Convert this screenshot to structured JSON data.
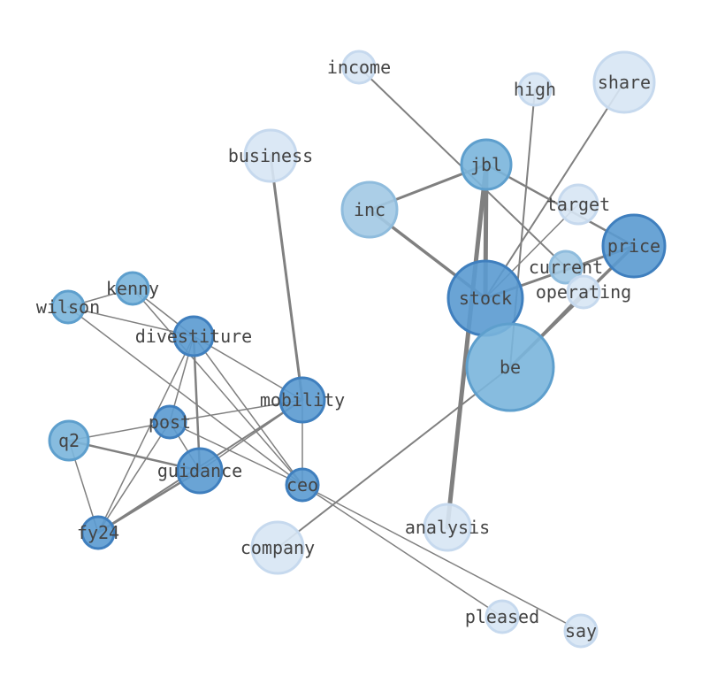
{
  "colors": {
    "edge": "#808080",
    "label": "#444444",
    "node_fill": [
      "#d7e5f4",
      "#a2c9e4",
      "#7ab5db",
      "#5a9ad0"
    ],
    "node_stroke": [
      "#c6d9ee",
      "#8fbcdd",
      "#5e9fcd",
      "#3f7fbe"
    ]
  },
  "nodes": [
    {
      "id": "income",
      "label": "income",
      "level": 0
    },
    {
      "id": "high",
      "label": "high",
      "level": 0
    },
    {
      "id": "share",
      "label": "share",
      "level": 0
    },
    {
      "id": "business",
      "label": "business",
      "level": 0
    },
    {
      "id": "jbl",
      "label": "jbl",
      "level": 2
    },
    {
      "id": "target",
      "label": "target",
      "level": 0
    },
    {
      "id": "inc",
      "label": "inc",
      "level": 1
    },
    {
      "id": "price",
      "label": "price",
      "level": 3
    },
    {
      "id": "current",
      "label": "current",
      "level": 1
    },
    {
      "id": "operating",
      "label": "operating",
      "level": 0
    },
    {
      "id": "stock",
      "label": "stock",
      "level": 3
    },
    {
      "id": "be",
      "label": "be",
      "level": 2
    },
    {
      "id": "kenny",
      "label": "kenny",
      "level": 2
    },
    {
      "id": "wilson",
      "label": "wilson",
      "level": 2
    },
    {
      "id": "divestiture",
      "label": "divestiture",
      "level": 3
    },
    {
      "id": "mobility",
      "label": "mobility",
      "level": 3
    },
    {
      "id": "post",
      "label": "post",
      "level": 3
    },
    {
      "id": "q2",
      "label": "q2",
      "level": 2
    },
    {
      "id": "guidance",
      "label": "guidance",
      "level": 3
    },
    {
      "id": "ceo",
      "label": "ceo",
      "level": 3
    },
    {
      "id": "fy24",
      "label": "fy24",
      "level": 3
    },
    {
      "id": "company",
      "label": "company",
      "level": 0
    },
    {
      "id": "analysis",
      "label": "analysis",
      "level": 0
    },
    {
      "id": "pleased",
      "label": "pleased",
      "level": 0
    },
    {
      "id": "say",
      "label": "say",
      "level": 0
    }
  ],
  "edges": [
    {
      "source": "income",
      "target": "current",
      "weight": 2
    },
    {
      "source": "high",
      "target": "be",
      "weight": 2
    },
    {
      "source": "share",
      "target": "stock",
      "weight": 2
    },
    {
      "source": "business",
      "target": "mobility",
      "weight": 3
    },
    {
      "source": "jbl",
      "target": "inc",
      "weight": 3
    },
    {
      "source": "jbl",
      "target": "price",
      "weight": 2.5
    },
    {
      "source": "jbl",
      "target": "stock",
      "weight": 5
    },
    {
      "source": "jbl",
      "target": "analysis",
      "weight": 5
    },
    {
      "source": "inc",
      "target": "stock",
      "weight": 3.5
    },
    {
      "source": "stock",
      "target": "price",
      "weight": 3
    },
    {
      "source": "stock",
      "target": "target",
      "weight": 1.5
    },
    {
      "source": "be",
      "target": "price",
      "weight": 3.5
    },
    {
      "source": "be",
      "target": "operating",
      "weight": 2
    },
    {
      "source": "be",
      "target": "company",
      "weight": 2
    },
    {
      "source": "kenny",
      "target": "wilson",
      "weight": 1.5
    },
    {
      "source": "kenny",
      "target": "divestiture",
      "weight": 1.5
    },
    {
      "source": "kenny",
      "target": "ceo",
      "weight": 1.5
    },
    {
      "source": "wilson",
      "target": "divestiture",
      "weight": 1.5
    },
    {
      "source": "wilson",
      "target": "ceo",
      "weight": 1.5
    },
    {
      "source": "divestiture",
      "target": "mobility",
      "weight": 1.5
    },
    {
      "source": "divestiture",
      "target": "guidance",
      "weight": 2.5
    },
    {
      "source": "divestiture",
      "target": "ceo",
      "weight": 1.5
    },
    {
      "source": "divestiture",
      "target": "fy24",
      "weight": 1.5
    },
    {
      "source": "divestiture",
      "target": "post",
      "weight": 1.5
    },
    {
      "source": "mobility",
      "target": "post",
      "weight": 1.5
    },
    {
      "source": "mobility",
      "target": "guidance",
      "weight": 1.5
    },
    {
      "source": "mobility",
      "target": "ceo",
      "weight": 1.5
    },
    {
      "source": "mobility",
      "target": "fy24",
      "weight": 2
    },
    {
      "source": "post",
      "target": "q2",
      "weight": 1.5
    },
    {
      "source": "post",
      "target": "guidance",
      "weight": 1.5
    },
    {
      "source": "post",
      "target": "ceo",
      "weight": 1.5
    },
    {
      "source": "post",
      "target": "fy24",
      "weight": 1.5
    },
    {
      "source": "q2",
      "target": "guidance",
      "weight": 2.5
    },
    {
      "source": "q2",
      "target": "fy24",
      "weight": 1.5
    },
    {
      "source": "guidance",
      "target": "fy24",
      "weight": 2.5
    },
    {
      "source": "ceo",
      "target": "pleased",
      "weight": 1.5
    },
    {
      "source": "ceo",
      "target": "say",
      "weight": 1.5
    }
  ]
}
